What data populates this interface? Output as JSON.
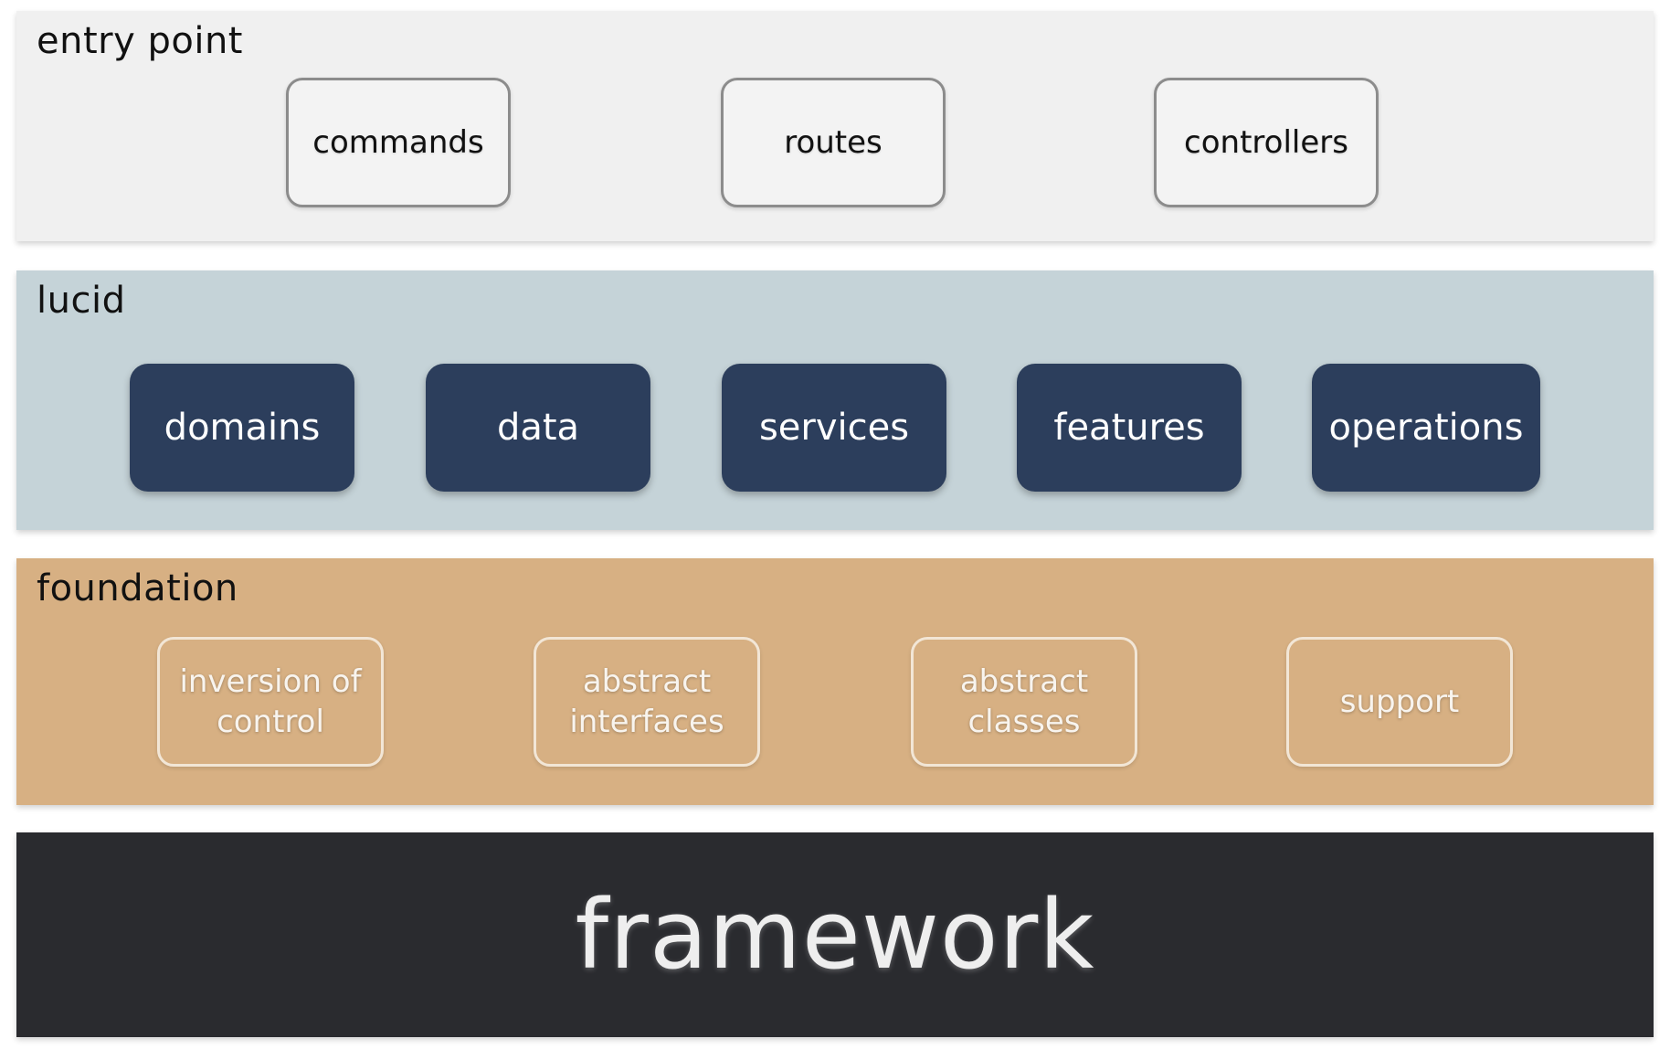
{
  "layers": {
    "entry_point": {
      "title": "entry point",
      "items": [
        "commands",
        "routes",
        "controllers"
      ]
    },
    "lucid": {
      "title": "lucid",
      "items": [
        "domains",
        "data",
        "services",
        "features",
        "operations"
      ]
    },
    "foundation": {
      "title": "foundation",
      "items": [
        "inversion of control",
        "abstract interfaces",
        "abstract classes",
        "support"
      ]
    },
    "framework": {
      "title": "framework"
    }
  },
  "colors": {
    "entry_bg": "#f0f0f0",
    "lucid_bg": "#c5d3d8",
    "lucid_box": "#2c3e5c",
    "foundation_bg": "#d7b083",
    "framework_bg": "#2a2b2f"
  }
}
